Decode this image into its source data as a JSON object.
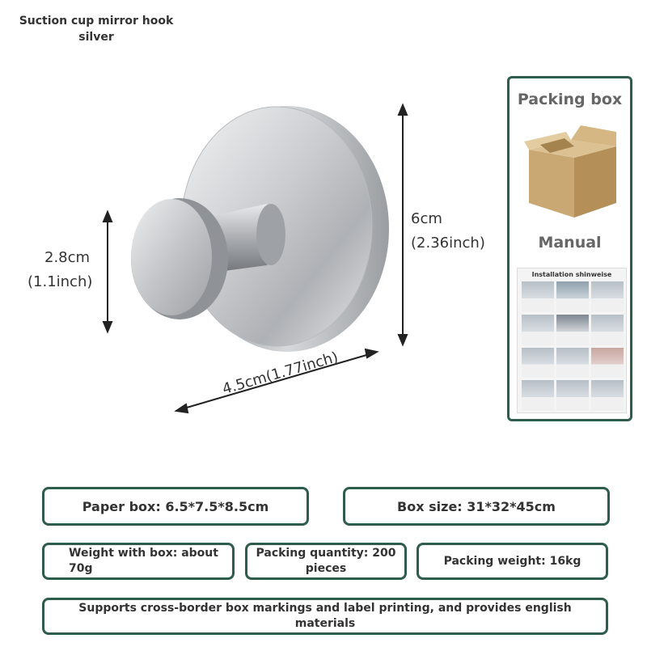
{
  "title": {
    "line1": "Suction cup mirror hook",
    "line2": "silver"
  },
  "dimensions": {
    "height_cm": "2.8cm",
    "height_in": "(1.1inch)",
    "total_cm": "6cm",
    "total_in": "(2.36inch)",
    "width": "4.5cm(1.77inch)"
  },
  "side_panel": {
    "packing_box_label": "Packing box",
    "manual_label": "Manual",
    "manual_title": "Installation shinweise"
  },
  "specs": {
    "paper_box": "Paper box: 6.5*7.5*8.5cm",
    "box_size": "Box size: 31*32*45cm",
    "weight_with_box": "Weight with box: about 70g",
    "packing_quantity": "Packing quantity: 200 pieces",
    "packing_weight": "Packing weight: 16kg",
    "support": "Supports cross-border box markings and label printing, and provides english materials"
  },
  "colors": {
    "border_green": "#2e5d4b",
    "steel": "#c4c6c9"
  }
}
